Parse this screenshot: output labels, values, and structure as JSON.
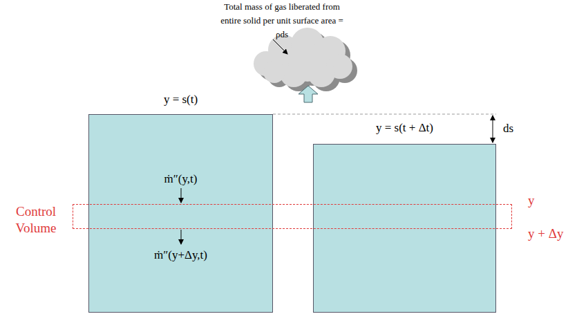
{
  "diagram": {
    "nodes": [
      {
        "text": [
          "y = s(t)",
          "ṁ″(y,t)",
          "ṁ″(y+Δy,t)"
        ]
      },
      {
        "text": [
          "y = s(t + Δt)"
        ]
      },
      {
        "text": [
          "Control Volume"
        ]
      }
    ],
    "labels": [
      "Total mass of gas liberated from entire solid per unit surface area = ρds",
      "ds",
      "y",
      "y + Δy"
    ]
  }
}
